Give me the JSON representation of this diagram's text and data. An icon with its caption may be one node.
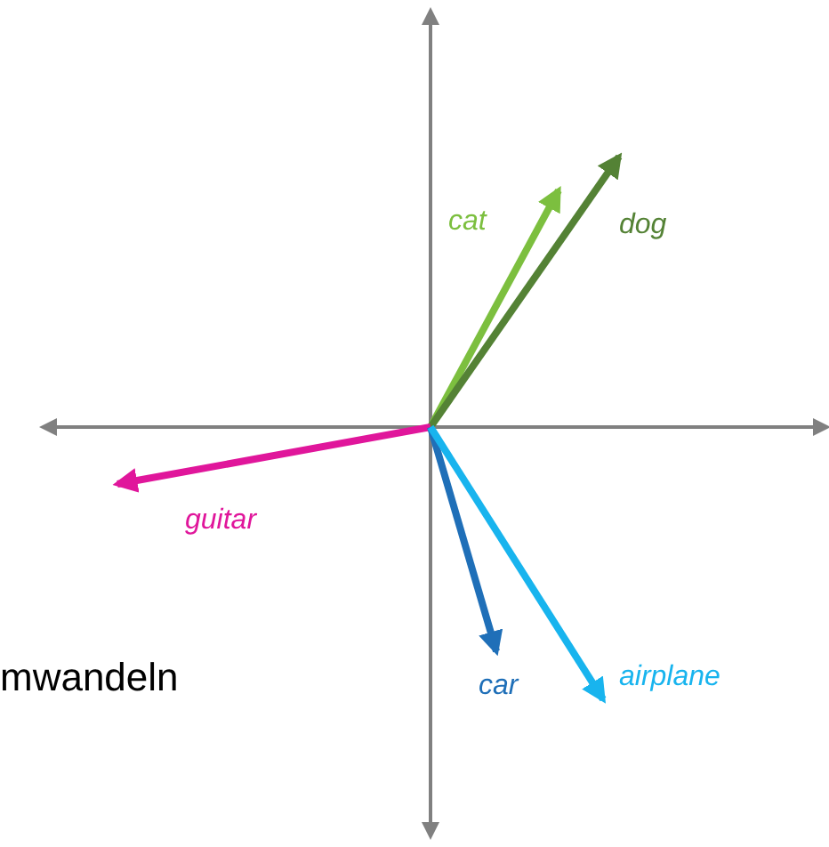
{
  "diagram": {
    "labels": [
      "cat",
      "dog",
      "guitar",
      "car",
      "airplane",
      "mwandeln"
    ]
  }
}
